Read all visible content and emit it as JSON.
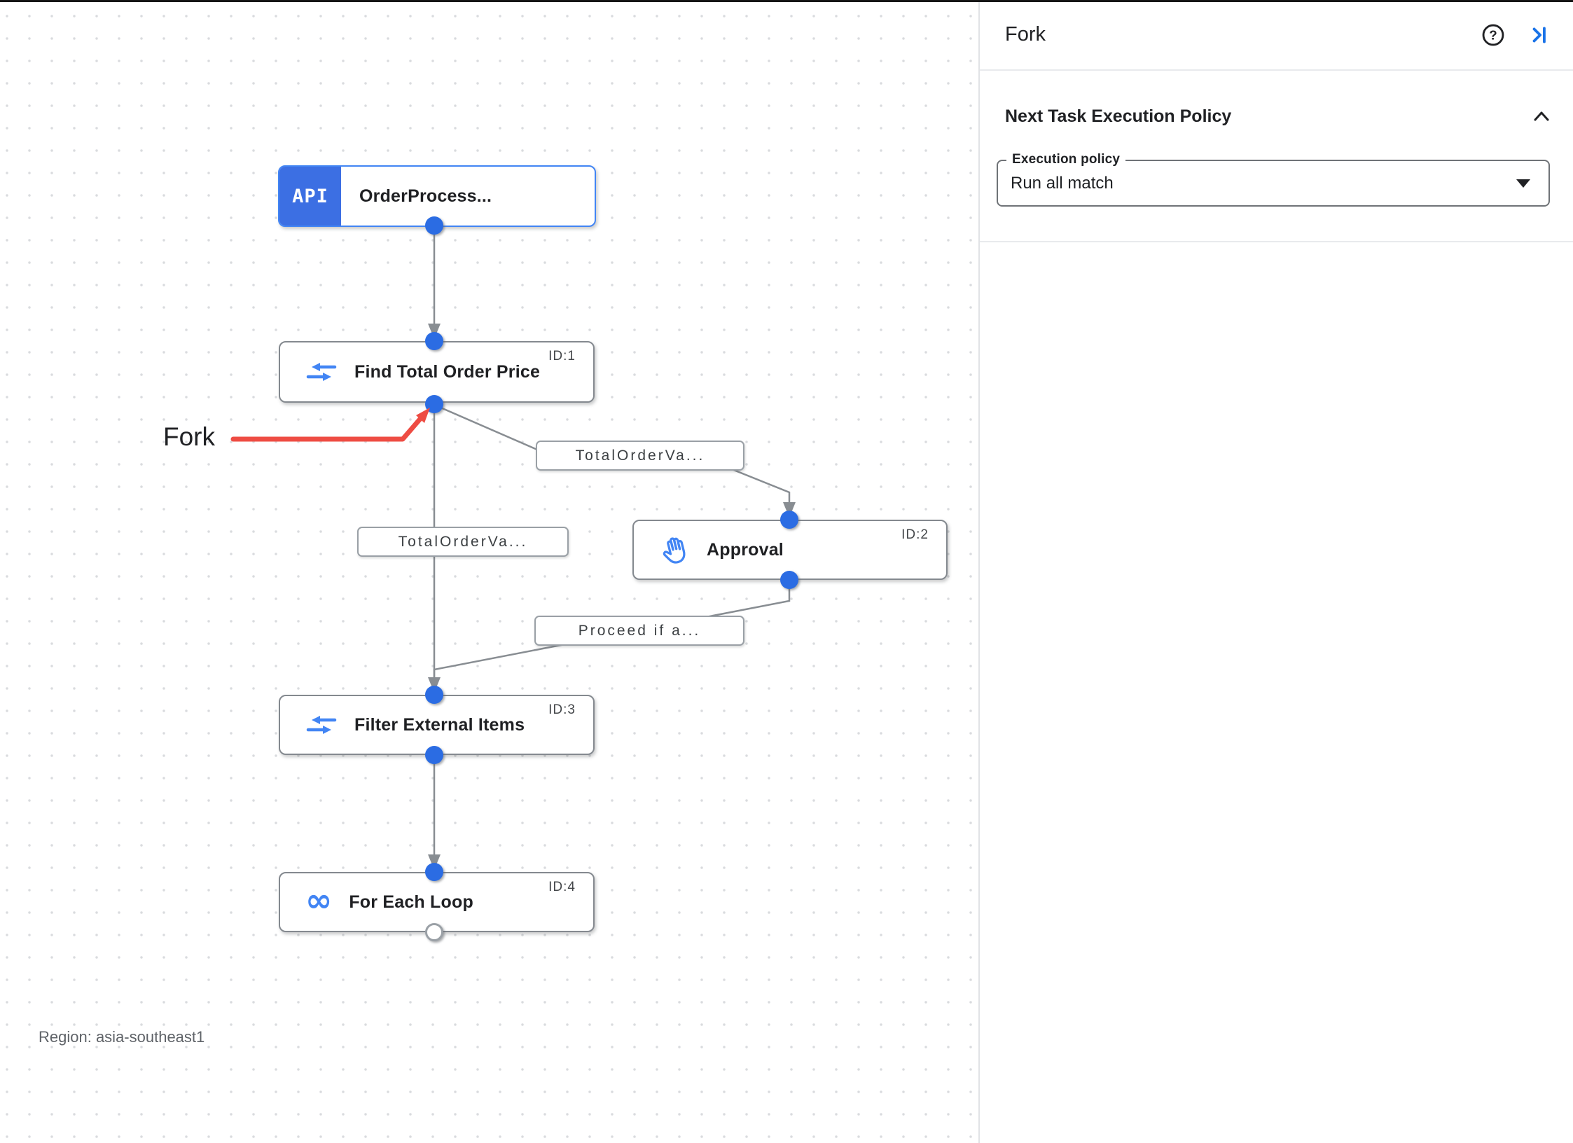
{
  "canvas": {
    "region_label": "Region: asia-southeast1",
    "annotation_label": "Fork",
    "nodes": {
      "trigger": {
        "badge": "API",
        "title": "OrderProcess..."
      },
      "find_total": {
        "id": "ID:1",
        "title": "Find Total Order Price"
      },
      "approval": {
        "id": "ID:2",
        "title": "Approval"
      },
      "filter": {
        "id": "ID:3",
        "title": "Filter External Items"
      },
      "foreach": {
        "id": "ID:4",
        "title": "For Each Loop"
      }
    },
    "edge_labels": {
      "to_approval": "TotalOrderVa...",
      "to_filter": "TotalOrderVa...",
      "from_approval": "Proceed if a..."
    },
    "icons": {
      "infinity_glyph": "∞"
    }
  },
  "panel": {
    "title": "Fork",
    "help_glyph": "?",
    "section_heading": "Next Task Execution Policy",
    "execution_policy_label": "Execution policy",
    "execution_policy_value": "Run all match"
  },
  "colors": {
    "port_blue": "#2b6ce3",
    "trigger_badge_blue": "#3c6fe3",
    "task_icon_blue": "#4285f4",
    "edge_gray": "#888d92",
    "annotation_red": "#ee4c43",
    "panel_accent_blue": "#1a73e8",
    "dot_grid_gray": "#d9dbde"
  }
}
